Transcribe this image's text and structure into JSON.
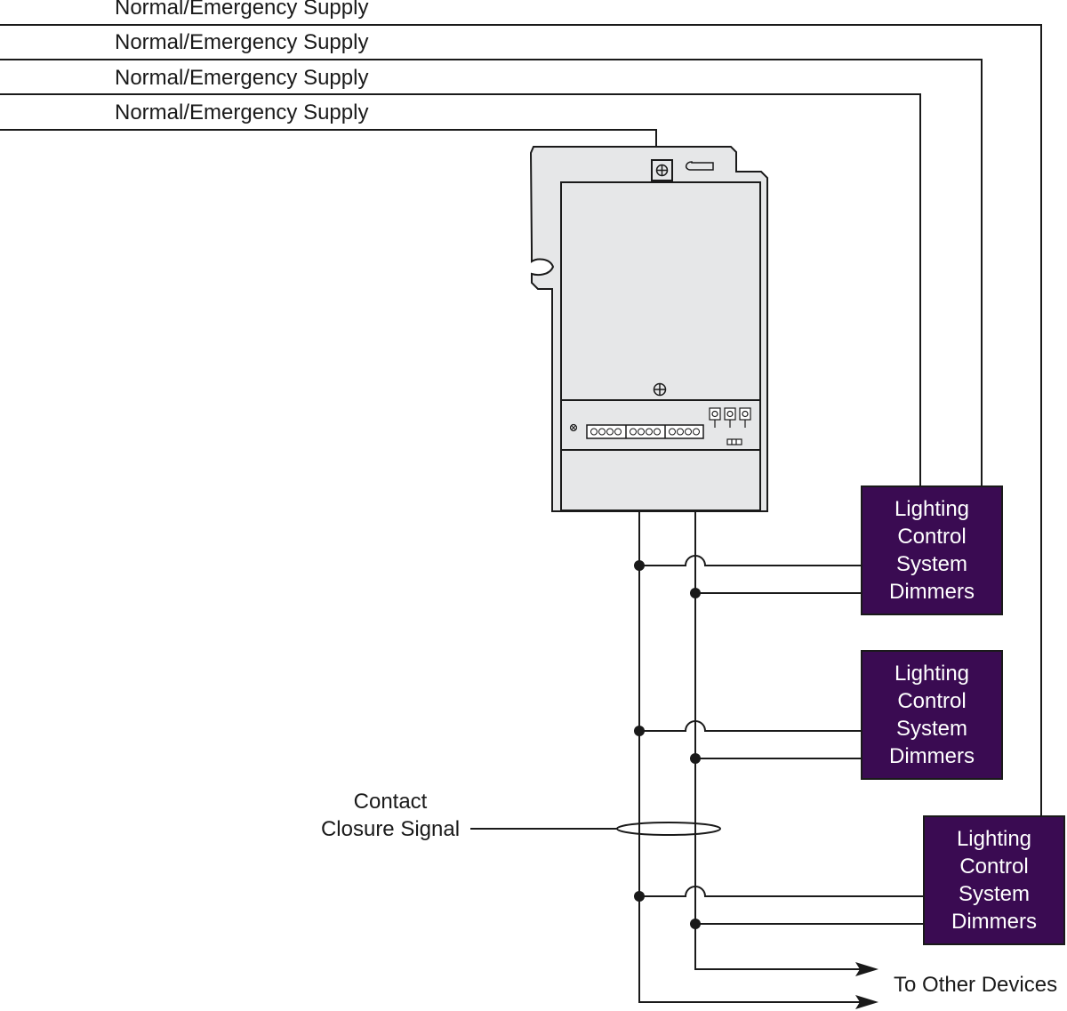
{
  "supply_lines": [
    {
      "label": "Normal/Emergency Supply"
    },
    {
      "label": "Normal/Emergency Supply"
    },
    {
      "label": "Normal/Emergency Supply"
    },
    {
      "label": "Normal/Emergency Supply"
    }
  ],
  "dimmers": [
    {
      "label": "Lighting\nControl\nSystem\nDimmers"
    },
    {
      "label": "Lighting\nControl\nSystem\nDimmers"
    },
    {
      "label": "Lighting\nControl\nSystem\nDimmers"
    }
  ],
  "contact_closure": {
    "label": "Contact\nClosure Signal"
  },
  "other_devices": {
    "label": "To Other Devices"
  },
  "colors": {
    "dimmer_fill": "#3a0b52",
    "panel_fill": "#e6e7e8",
    "line": "#1a1a1a"
  }
}
